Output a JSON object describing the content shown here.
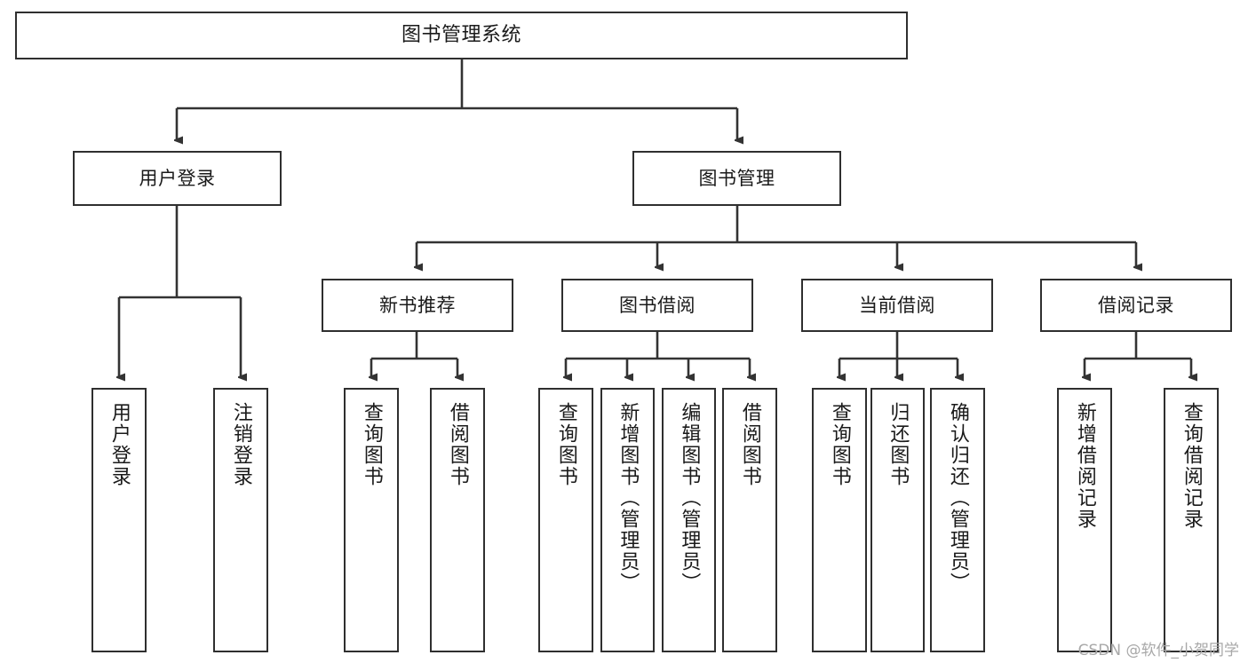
{
  "diagram": {
    "title": "图书管理系统",
    "type": "tree-hierarchy-diagram",
    "colors": {
      "box_border": "#2f2f2f",
      "box_fill": "#ffffff",
      "connector": "#333333",
      "text": "#1a1a1a",
      "watermark": "#a8a8a8",
      "background": "#ffffff"
    }
  },
  "root": {
    "label": "图书管理系统"
  },
  "level2": [
    {
      "label": "用户登录"
    },
    {
      "label": "图书管理"
    }
  ],
  "level3": [
    {
      "label": "新书推荐"
    },
    {
      "label": "图书借阅"
    },
    {
      "label": "当前借阅"
    },
    {
      "label": "借阅记录"
    }
  ],
  "leaves": {
    "user_login": [
      {
        "label": "用户登录"
      },
      {
        "label": "注销登录"
      }
    ],
    "new_book_recommend": [
      {
        "label": "查询图书"
      },
      {
        "label": "借阅图书"
      }
    ],
    "book_borrow": [
      {
        "label": "查询图书"
      },
      {
        "label": "新增图书（管理员）"
      },
      {
        "label": "编辑图书（管理员）"
      },
      {
        "label": "借阅图书"
      }
    ],
    "current_borrow": [
      {
        "label": "查询图书"
      },
      {
        "label": "归还图书"
      },
      {
        "label": "确认归还（管理员）"
      }
    ],
    "borrow_record": [
      {
        "label": "新增借阅记录"
      },
      {
        "label": "查询借阅记录"
      }
    ]
  },
  "watermark": {
    "text": "CSDN @软件_小贺同学"
  }
}
